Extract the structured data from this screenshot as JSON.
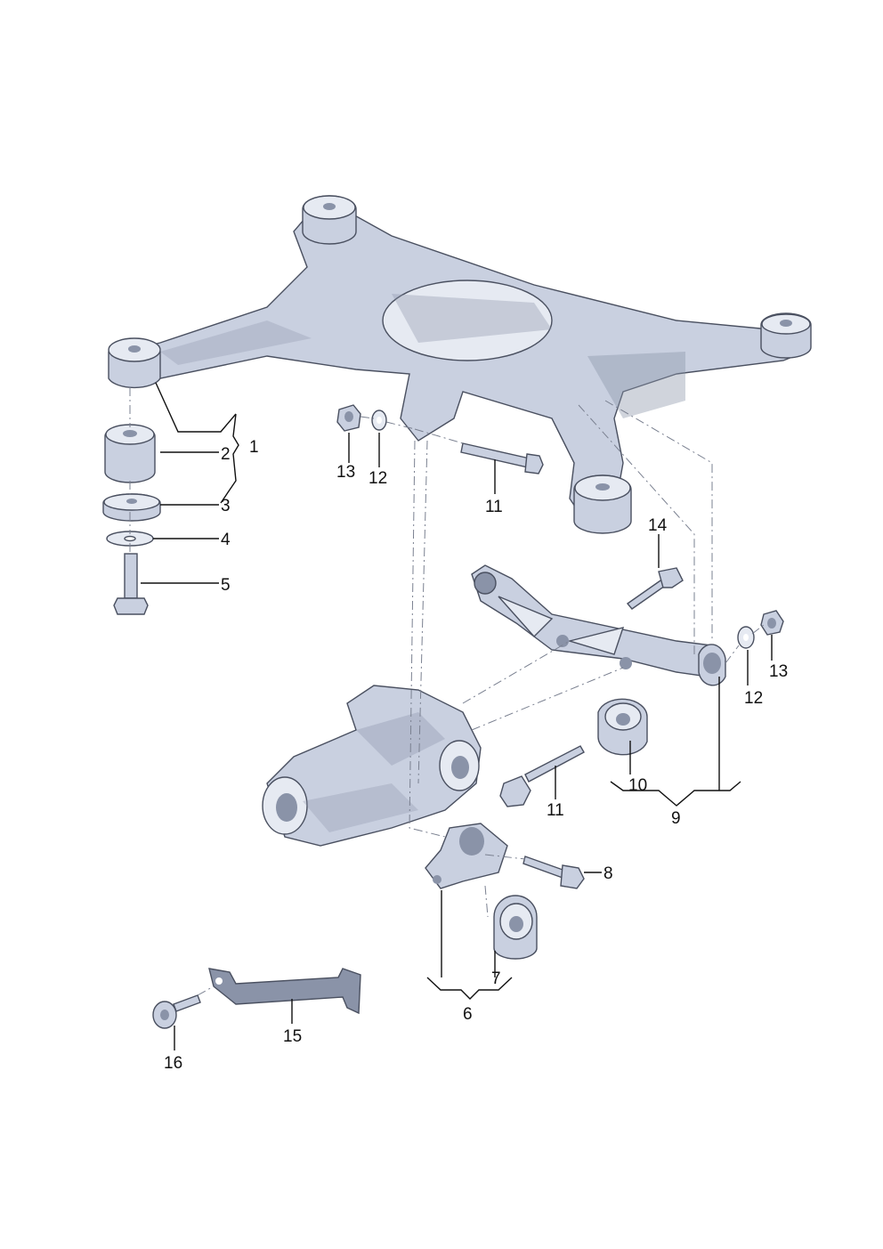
{
  "colors": {
    "part_fill": "#c9d0e0",
    "part_dark": "#8a93a8",
    "part_light": "#e6eaf2",
    "outline": "#4a5060",
    "leader": "#111111"
  },
  "callouts": [
    {
      "id": "1",
      "text": "1"
    },
    {
      "id": "2",
      "text": "2"
    },
    {
      "id": "3",
      "text": "3"
    },
    {
      "id": "4",
      "text": "4"
    },
    {
      "id": "5",
      "text": "5"
    },
    {
      "id": "6",
      "text": "6"
    },
    {
      "id": "7",
      "text": "7"
    },
    {
      "id": "8",
      "text": "8"
    },
    {
      "id": "9",
      "text": "9"
    },
    {
      "id": "10",
      "text": "10"
    },
    {
      "id": "11a",
      "text": "11"
    },
    {
      "id": "11b",
      "text": "11"
    },
    {
      "id": "12a",
      "text": "12"
    },
    {
      "id": "12b",
      "text": "12"
    },
    {
      "id": "13a",
      "text": "13"
    },
    {
      "id": "13b",
      "text": "13"
    },
    {
      "id": "14",
      "text": "14"
    },
    {
      "id": "15",
      "text": "15"
    },
    {
      "id": "16",
      "text": "16"
    }
  ]
}
